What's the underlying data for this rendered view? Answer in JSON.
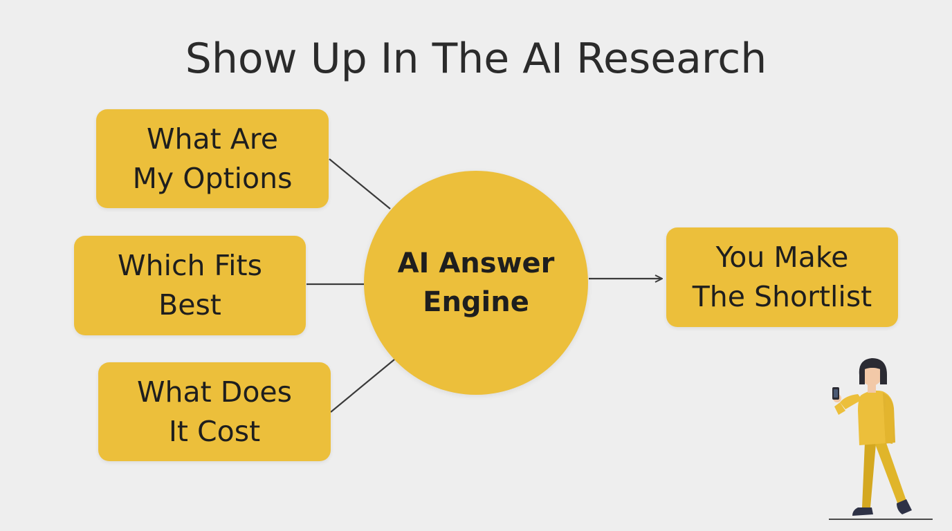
{
  "title": "Show Up In The AI Research",
  "hub": {
    "line1": "AI Answer",
    "line2": "Engine"
  },
  "inputs": [
    {
      "line1": "What Are",
      "line2": "My Options"
    },
    {
      "line1": "Which Fits",
      "line2": "Best"
    },
    {
      "line1": "What Does",
      "line2": "It Cost"
    }
  ],
  "output": {
    "line1": "You Make",
    "line2": "The Shortlist"
  },
  "colors": {
    "background": "#eeeeee",
    "node_fill": "#ecbf3b",
    "text": "#1e1e1e",
    "connector": "#3a3a3a"
  },
  "illustration": {
    "icon": "person-with-phone-icon"
  }
}
